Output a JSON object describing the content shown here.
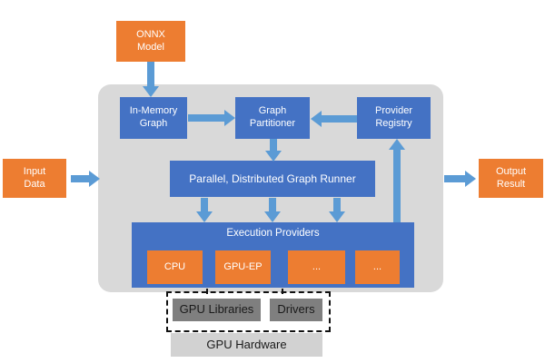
{
  "diagram_title": "ONNX Runtime architecture diagram",
  "colors": {
    "box_blue": "#4472C4",
    "box_orange": "#ED7D31",
    "arrow_blue": "#5B9BD5",
    "container_gray": "#D9D9D9",
    "gpu_dark_gray": "#7F7F7F",
    "gpu_light_gray": "#D2D2D2",
    "dashed_border": "#111111",
    "text_light": "#FFFFFF",
    "text_dark": "#1A1A1A"
  },
  "nodes": {
    "onnx_model": "ONNX\nModel",
    "input_data": "Input\nData",
    "output_result": "Output\nResult",
    "in_memory_graph": "In-Memory\nGraph",
    "graph_partitioner": "Graph\nPartitioner",
    "provider_registry": "Provider\nRegistry",
    "graph_runner": "Parallel, Distributed Graph Runner",
    "execution_providers_title": "Execution Providers",
    "ep_items": [
      "CPU",
      "GPU-EP",
      "...",
      "..."
    ],
    "gpu_libraries": "GPU Libraries",
    "drivers": "Drivers",
    "gpu_hardware": "GPU Hardware"
  },
  "arrows": [
    "onnx-model to in-memory-graph (down)",
    "in-memory-graph to graph-partitioner (right)",
    "provider-registry to graph-partitioner (left)",
    "graph-partitioner to graph-runner (down)",
    "graph-runner to execution-providers (down x3)",
    "execution-providers to provider-registry (up)",
    "input-data to runtime-container (right)",
    "runtime-container to output-result (right)"
  ]
}
